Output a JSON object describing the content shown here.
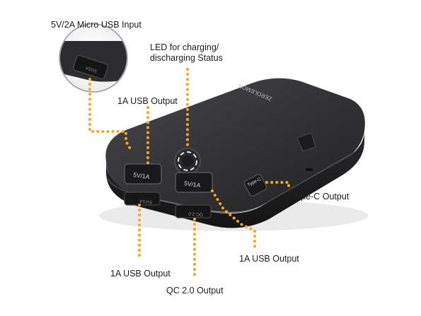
{
  "colors": {
    "leader": "#f5a623",
    "device": "#2d2d2f",
    "device_edge": "#1a1a1c",
    "port_label": "#d6d6d6",
    "label_text": "#1e1e1e"
  },
  "callouts": {
    "micro_usb_input": "5V/2A Micro USB Input",
    "led_status_line1": "LED for charging/",
    "led_status_line2": "discharging Status",
    "usb_1a_top": "1A USB Output",
    "type_c_output": "Type-C Output",
    "usb_1a_right": "1A USB Output",
    "usb_1a_bottom": "1A USB Output",
    "qc_output": "QC 2.0 Output"
  },
  "device": {
    "brand": "ZEROLEMON",
    "port_top_left": "5V/1A",
    "port_top_right": "5V/1A",
    "port_side": "Type-C",
    "port_bottom_left": "5V/1A",
    "port_bottom_right": "QC 2.0",
    "port_inset": "5V/2A"
  }
}
